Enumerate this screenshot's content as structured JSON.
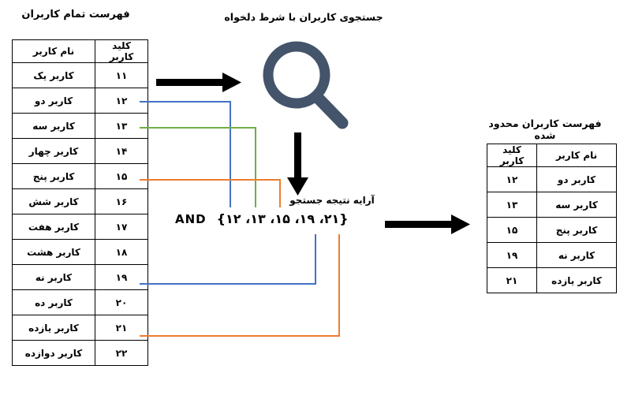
{
  "left_table": {
    "title": "فهرست تمام کاربران",
    "headers": {
      "name": "نام کاربر",
      "key": "کلید کاربر"
    },
    "rows": [
      {
        "name": "کاربر یک",
        "key": "۱۱"
      },
      {
        "name": "کاربر دو",
        "key": "۱۲"
      },
      {
        "name": "کاربر سه",
        "key": "۱۳"
      },
      {
        "name": "کاربر چهار",
        "key": "۱۴"
      },
      {
        "name": "کاربر پنج",
        "key": "۱۵"
      },
      {
        "name": "کاربر شش",
        "key": "۱۶"
      },
      {
        "name": "کاربر هفت",
        "key": "۱۷"
      },
      {
        "name": "کاربر هشت",
        "key": "۱۸"
      },
      {
        "name": "کاربر نه",
        "key": "۱۹"
      },
      {
        "name": "کاربر ده",
        "key": "۲۰"
      },
      {
        "name": "کاربر یازده",
        "key": "۲۱"
      },
      {
        "name": "کاربر دوازده",
        "key": "۲۲"
      }
    ]
  },
  "search": {
    "title": "جستجوی کاربران با شرط دلخواه",
    "icon": "magnifier-icon"
  },
  "result_array": {
    "label": "آرایه نتیجه جستجو",
    "operator": "AND",
    "values_text": "{۱۲ ،۱۳ ،۱۵ ،۱۹ ،۲۱}",
    "values": [
      "۱۲",
      "۱۳",
      "۱۵",
      "۱۹",
      "۲۱"
    ]
  },
  "right_table": {
    "title": "فهرست کاربران محدود شده",
    "headers": {
      "key": "کلید کاربر",
      "name": "نام کاربر"
    },
    "rows": [
      {
        "key": "۱۲",
        "name": "کاربر دو"
      },
      {
        "key": "۱۳",
        "name": "کاربر سه"
      },
      {
        "key": "۱۵",
        "name": "کاربر پنج"
      },
      {
        "key": "۱۹",
        "name": "کاربر نه"
      },
      {
        "key": "۲۱",
        "name": "کاربر یازده"
      }
    ]
  },
  "connectors": [
    {
      "from_key": "۱۲",
      "color_name": "blue"
    },
    {
      "from_key": "۱۳",
      "color_name": "green"
    },
    {
      "from_key": "۱۵",
      "color_name": "orange"
    },
    {
      "from_key": "۱۹",
      "color_name": "blue"
    },
    {
      "from_key": "۲۱",
      "color_name": "orange"
    }
  ],
  "colors": {
    "blue": "#4472C4",
    "green": "#70AD47",
    "orange": "#ED7D31",
    "magnifier": "#44546A",
    "arrow": "#000000"
  }
}
